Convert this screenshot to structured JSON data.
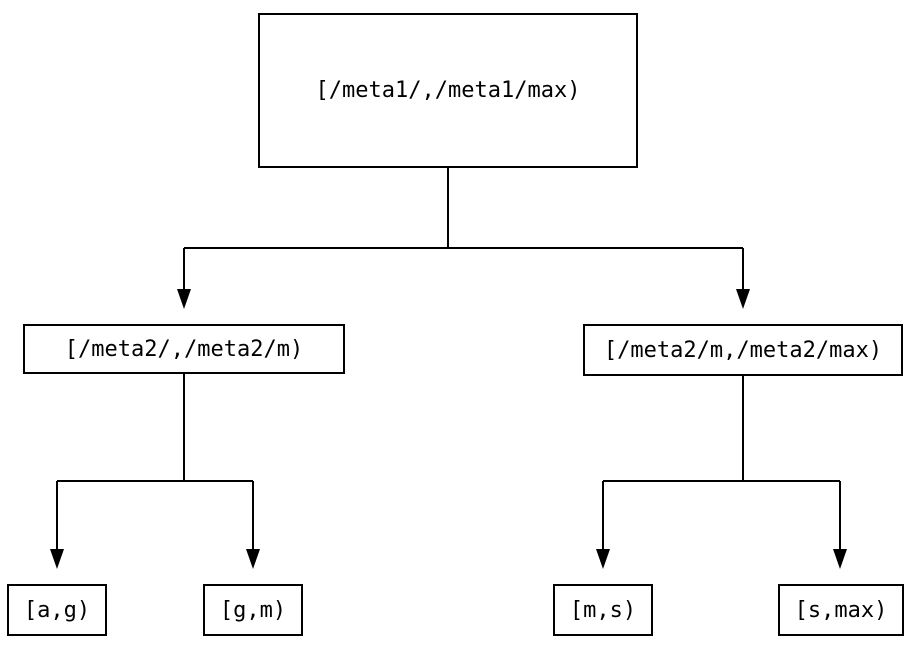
{
  "tree": {
    "root": {
      "label": "[/meta1/,/meta1/max)",
      "children": [
        {
          "label": "[/meta2/,/meta2/m)",
          "children": [
            {
              "label": "[a,g)"
            },
            {
              "label": "[g,m)"
            }
          ]
        },
        {
          "label": "[/meta2/m,/meta2/max)",
          "children": [
            {
              "label": "[m,s)"
            },
            {
              "label": "[s,max)"
            }
          ]
        }
      ]
    }
  },
  "colors": {
    "stroke": "#000000",
    "text": "#000000",
    "background": "#ffffff"
  }
}
